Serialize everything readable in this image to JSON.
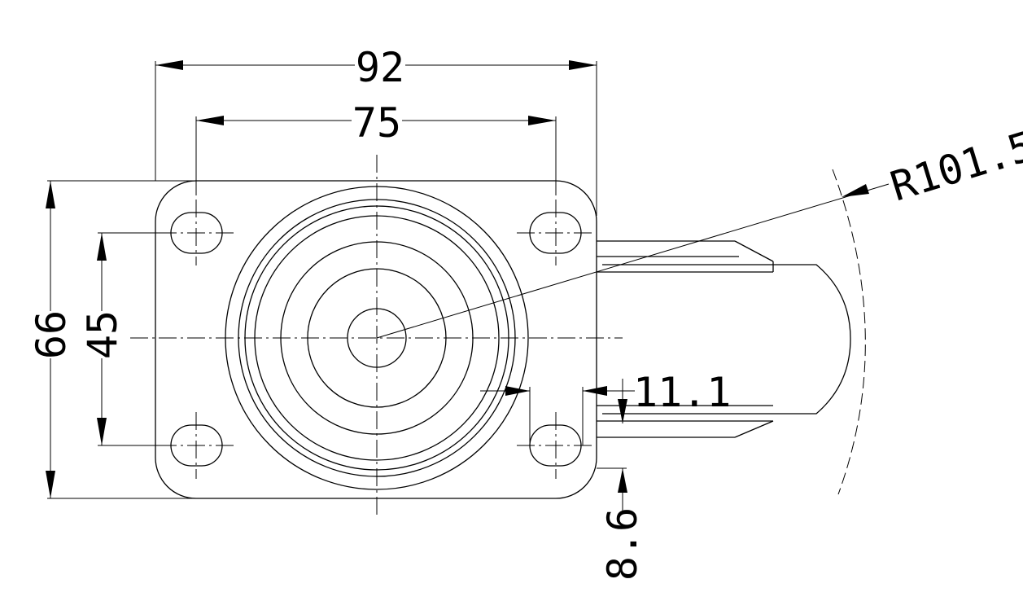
{
  "dimensions": {
    "overall_width": "92",
    "hole_spacing_width": "75",
    "overall_height": "66",
    "hole_spacing_height": "45",
    "wheel_radius": "R101.5",
    "offset": "11.1",
    "plate_thickness": "8.6"
  }
}
